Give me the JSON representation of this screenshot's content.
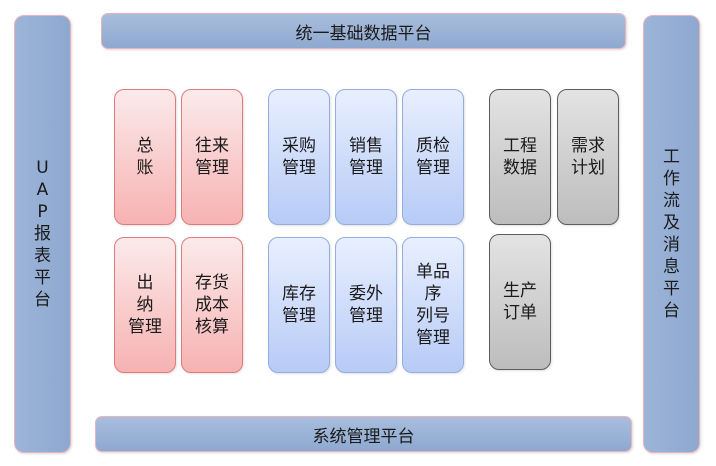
{
  "top_bar": "统一基础数据平台",
  "bottom_bar": "系统管理平台",
  "left_bar": [
    "U",
    "A",
    "P",
    "报",
    "表",
    "平",
    "台"
  ],
  "right_bar": [
    "工",
    "作",
    "流",
    "及",
    "消",
    "息",
    "平",
    "台"
  ],
  "finance": {
    "general_ledger": "总\n账",
    "receivables_payables": "往来\n管理",
    "cashier": "出\n纳\n管理",
    "inventory_costing": "存货\n成本\n核算"
  },
  "supply_chain": {
    "purchase": "采购\n管理",
    "sales": "销售\n管理",
    "quality": "质检\n管理",
    "stock": "库存\n管理",
    "outsourcing": "委外\n管理",
    "serial_number": "单品\n序\n列号\n管理"
  },
  "production": {
    "engineering_data": "工程\n数据",
    "demand_planning": "需求\n计划",
    "production_order": "生产\n订单"
  },
  "colors": {
    "platform_bar": "#8ea8cf",
    "finance_tile": "#f7b2b2",
    "supply_chain_tile": "#b7cbf6",
    "production_tile": "#bdbdbd"
  }
}
